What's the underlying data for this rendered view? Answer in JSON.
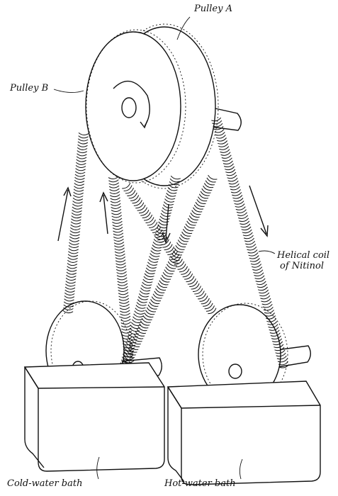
{
  "labels": {
    "pulley_a": "Pulley A",
    "pulley_b": "Pulley B",
    "coil_line1": "Helical coil",
    "coil_line2": "of Nitinol",
    "cold_bath": "Cold-water bath",
    "hot_bath": "Hot-water bath"
  },
  "colors": {
    "ink": "#111111",
    "paper": "#ffffff"
  }
}
